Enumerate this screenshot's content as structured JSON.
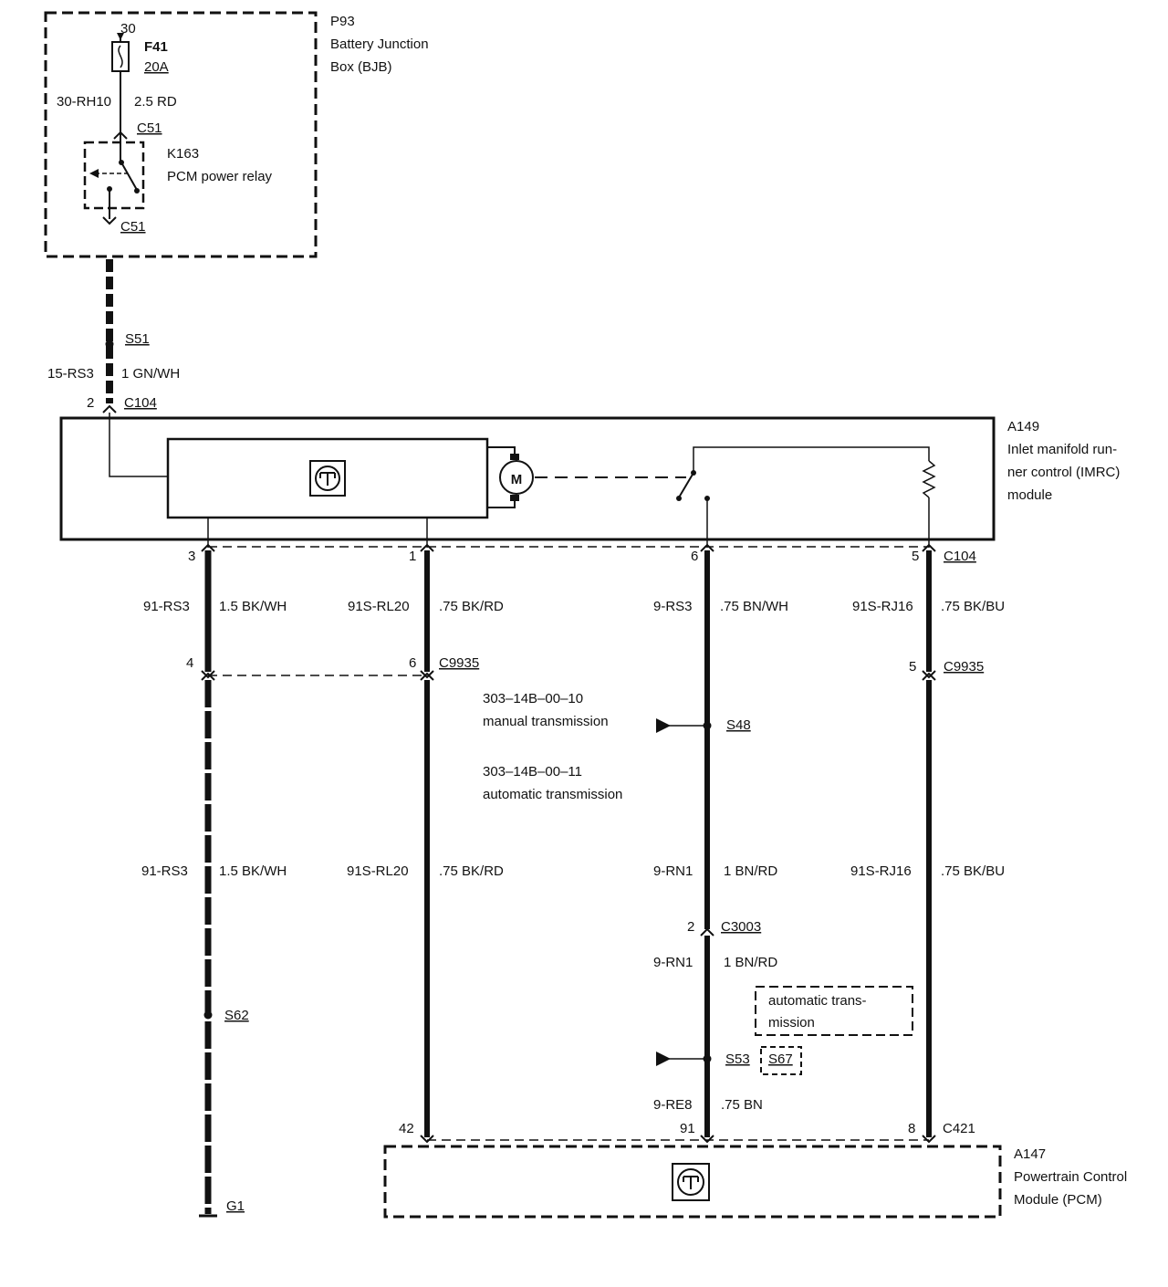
{
  "bjb": {
    "id": "P93",
    "name_line1": "Battery Junction",
    "name_line2": "Box (BJB)",
    "supply_terminal": "30",
    "fuse_id": "F41",
    "fuse_rating": "20A",
    "wire_code": "30-RH10",
    "wire_spec": "2.5 RD",
    "relay_connector_top": "C51",
    "relay_connector_bottom": "C51",
    "relay_id": "K163",
    "relay_name": "PCM power relay"
  },
  "feed": {
    "splice": "S51",
    "wire_code": "15-RS3",
    "wire_spec": "1 GN/WH",
    "pin": "2",
    "connector": "C104"
  },
  "imrc": {
    "id": "A149",
    "name_line1": "Inlet manifold run-",
    "name_line2": "ner control (IMRC)",
    "name_line3": "module",
    "motor_symbol": "M"
  },
  "c104_pins": {
    "p3": "3",
    "p1": "1",
    "p6": "6",
    "p5": "5",
    "connector": "C104"
  },
  "upper_wires": {
    "w1_code": "91-RS3",
    "w1_spec": "1.5 BK/WH",
    "w2_code": "91S-RL20",
    "w2_spec": ".75 BK/RD",
    "w3_code": "9-RS3",
    "w3_spec": ".75 BN/WH",
    "w4_code": "91S-RJ16",
    "w4_spec": ".75 BK/BU"
  },
  "c9935_pins": {
    "p4": "4",
    "p6": "6",
    "p5": "5",
    "connector": "C9935"
  },
  "references": {
    "ref1_code": "303–14B–00–10",
    "ref1_text": "manual transmission",
    "ref2_code": "303–14B–00–11",
    "ref2_text": "automatic transmission"
  },
  "splices": {
    "s48": "S48",
    "s62": "S62",
    "s53": "S53",
    "s67": "S67"
  },
  "lower_wires": {
    "w1_code": "91-RS3",
    "w1_spec": "1.5 BK/WH",
    "w2_code": "91S-RL20",
    "w2_spec": ".75 BK/RD",
    "w3_code": "9-RN1",
    "w3_spec": "1 BN/RD",
    "w4_code": "91S-RJ16",
    "w4_spec": ".75 BK/BU"
  },
  "c3003": {
    "pin": "2",
    "connector": "C3003",
    "wire_code": "9-RN1",
    "wire_spec": "1 BN/RD"
  },
  "auto_note": {
    "line1": "automatic trans-",
    "line2": "mission"
  },
  "last_wire": {
    "code": "9-RE8",
    "spec": ".75 BN"
  },
  "c421_pins": {
    "p42": "42",
    "p91": "91",
    "p8": "8",
    "connector": "C421"
  },
  "ground": "G1",
  "pcm": {
    "id": "A147",
    "name_line1": "Powertrain Control",
    "name_line2": "Module (PCM)"
  }
}
